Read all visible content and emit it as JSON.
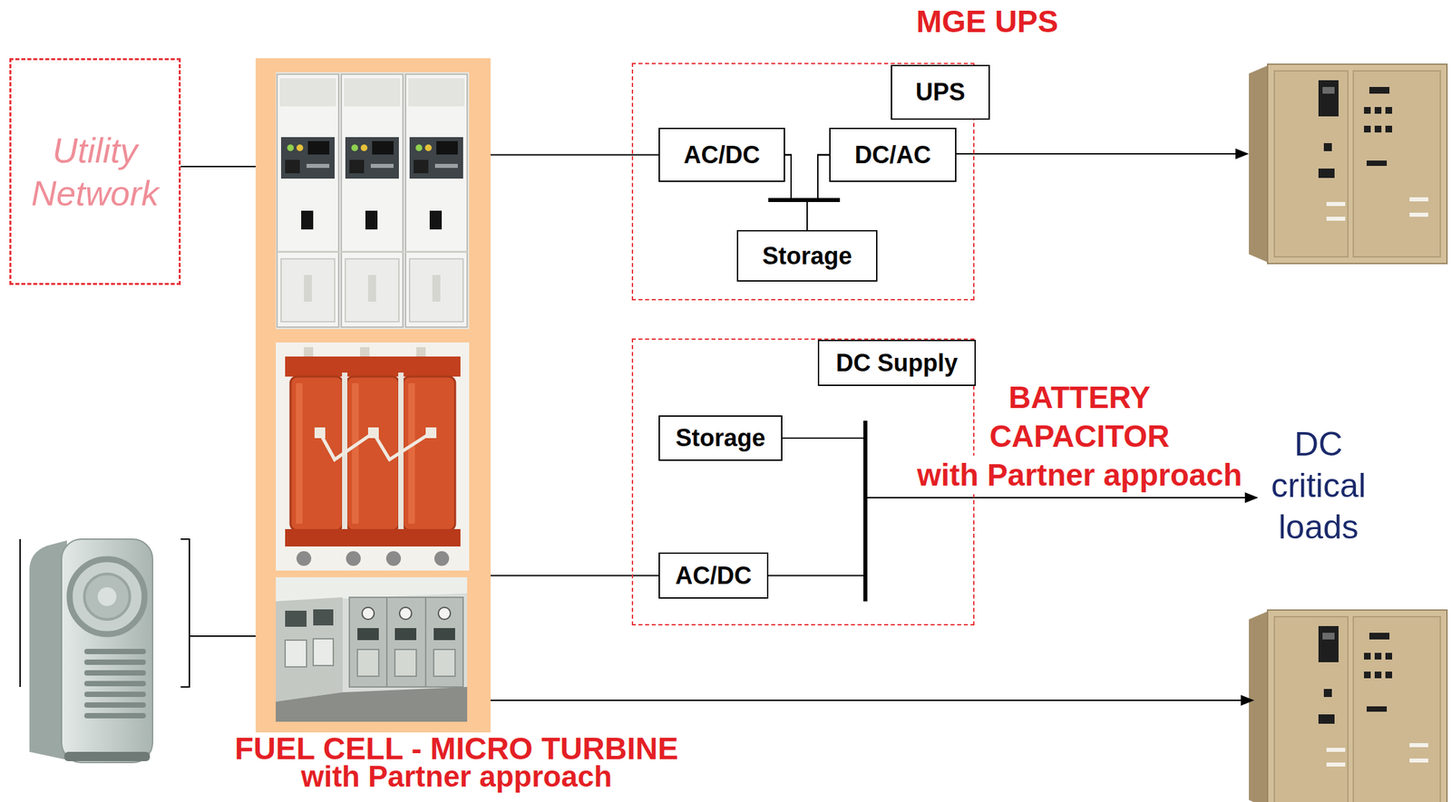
{
  "diagram": {
    "nodes": [
      {
        "text": [
          "Utility Network"
        ]
      },
      {
        "text": [
          "FUEL CELL - MICRO TURBINE",
          "with Partner approach"
        ]
      },
      {
        "text": [
          "MGE UPS"
        ]
      },
      {
        "text": [
          "UPS"
        ],
        "in": 2
      },
      {
        "text": [
          "AC/DC"
        ],
        "in": 2
      },
      {
        "text": [
          "DC/AC"
        ],
        "in": 2
      },
      {
        "text": [
          "Storage"
        ],
        "in": 2
      },
      {
        "text": [
          "BATTERY CAPACITOR",
          "with Partner approach"
        ]
      },
      {
        "text": [
          "DC Supply"
        ],
        "in": 7
      },
      {
        "text": [
          "Storage"
        ],
        "in": 7
      },
      {
        "text": [
          "AC/DC"
        ],
        "in": 7
      }
    ],
    "edges": [
      {
        "from": 0,
        "to": 1,
        "arrow": "none"
      },
      {
        "from": 1,
        "to": 4,
        "arrow": "none"
      },
      {
        "from": 1,
        "to": 10,
        "arrow": "none"
      },
      {
        "from": 4,
        "to": 5,
        "arrow": "none"
      },
      {
        "from": 4,
        "to": 6,
        "arrow": "none"
      },
      {
        "from": 6,
        "to": 5,
        "arrow": "none"
      },
      {
        "from": 10,
        "to": 9,
        "arrow": "none"
      }
    ],
    "labels": [
      "DC critical loads"
    ]
  }
}
